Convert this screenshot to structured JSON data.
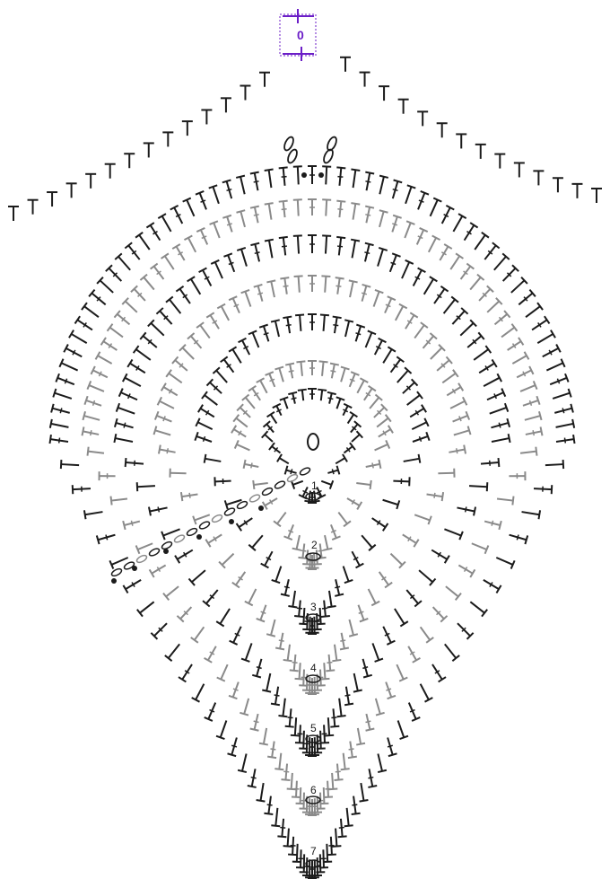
{
  "colors": {
    "dark": "#1b1b1b",
    "gray": "#8a8a8a",
    "purple": "#6b1ec7",
    "background": "#ffffff"
  },
  "round_labels": [
    "1",
    "2",
    "3",
    "4",
    "5",
    "6",
    "7"
  ],
  "strap_label": "0",
  "round_colors": [
    "dark",
    "gray",
    "dark",
    "gray",
    "dark",
    "gray",
    "dark"
  ]
}
